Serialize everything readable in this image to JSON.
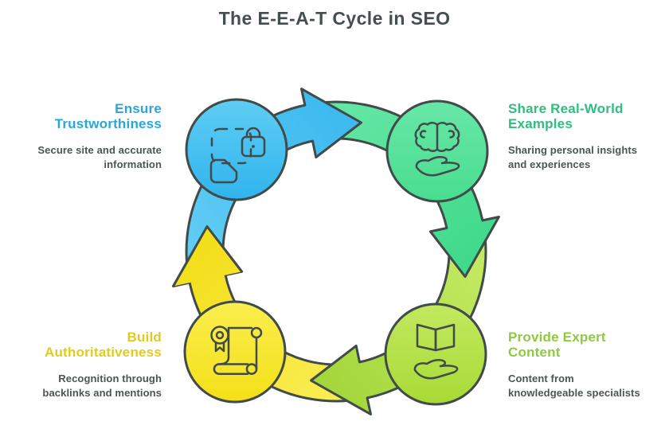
{
  "title": "The E-E-A-T Cycle in SEO",
  "colors": {
    "outline": "#414B49",
    "body_text": "#4C5455",
    "title_text": "#454E4E",
    "background": "#FFFFFF"
  },
  "nodes": [
    {
      "id": "ensure-trustworthiness",
      "heading_lines": [
        "Ensure",
        "Trustworthiness"
      ],
      "description_lines": [
        "Secure site and accurate",
        "information"
      ],
      "heading_color": "#29A7DB",
      "circle_gradient": [
        "#5FCDF4",
        "#30B4ED"
      ],
      "icon": "secure-document-lock-icon"
    },
    {
      "id": "share-real-world-examples",
      "heading_lines": [
        "Share Real-World",
        "Examples"
      ],
      "description_lines": [
        "Sharing personal insights",
        "and experiences"
      ],
      "heading_color": "#2FBE80",
      "circle_gradient": [
        "#68E7A7",
        "#49DD90"
      ],
      "icon": "brain-in-hand-icon"
    },
    {
      "id": "provide-expert-content",
      "heading_lines": [
        "Provide Expert",
        "Content"
      ],
      "description_lines": [
        "Content from",
        "knowledgeable specialists"
      ],
      "heading_color": "#8FC93F",
      "circle_gradient": [
        "#C2E95F",
        "#A8DA36"
      ],
      "icon": "book-in-hand-icon"
    },
    {
      "id": "build-authoritativeness",
      "heading_lines": [
        "Build",
        "Authoritativeness"
      ],
      "description_lines": [
        "Recognition through",
        "backlinks and mentions"
      ],
      "heading_color": "#E2CB1C",
      "circle_gradient": [
        "#FAEE4E",
        "#F4E018"
      ],
      "icon": "certificate-scroll-icon"
    }
  ],
  "cycle_arrows": [
    {
      "position": "top",
      "from": "ensure-trustworthiness",
      "to": "share-real-world-examples",
      "gradient": [
        "#5FCCF4",
        "#3CB9EF"
      ]
    },
    {
      "position": "right",
      "from": "share-real-world-examples",
      "to": "provide-expert-content",
      "gradient": [
        "#63E6A4",
        "#3FD98A"
      ]
    },
    {
      "position": "bottom",
      "from": "provide-expert-content",
      "to": "build-authoritativeness",
      "gradient": [
        "#C3E961",
        "#A3D63A"
      ]
    },
    {
      "position": "left",
      "from": "build-authoritativeness",
      "to": "ensure-trustworthiness",
      "gradient": [
        "#F9EC50",
        "#F3DE18"
      ]
    }
  ]
}
